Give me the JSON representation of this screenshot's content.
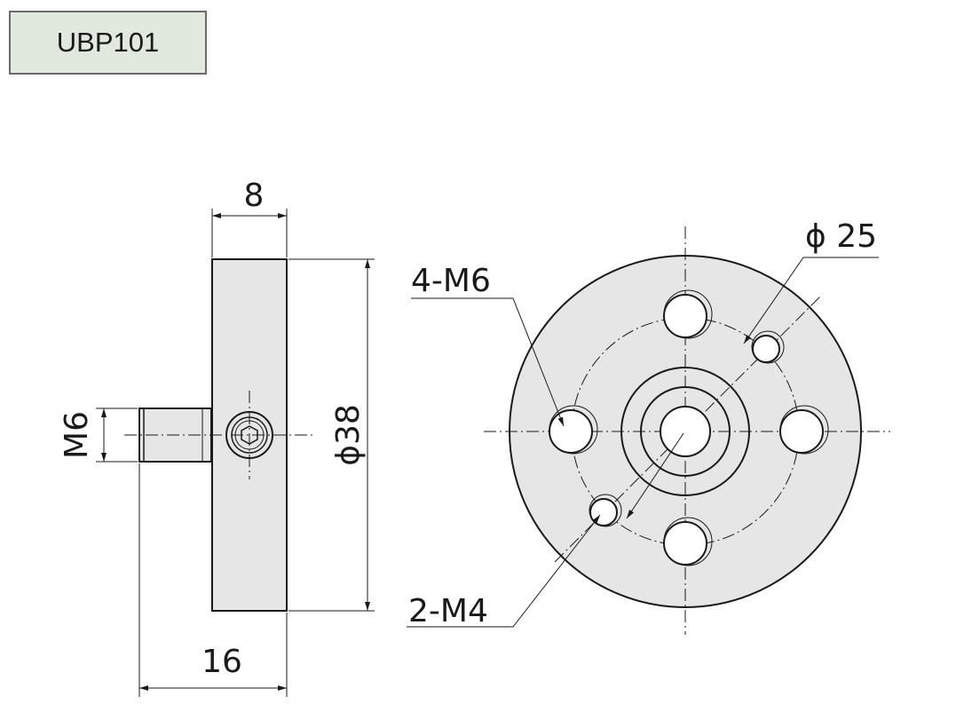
{
  "model_label": "UBP101",
  "dimensions": {
    "thickness": "8",
    "overall_length": "16",
    "diameter": "ϕ38",
    "thread_stud": "M6",
    "bolt_circle": "ϕ 25",
    "holes_m6": "4-M6",
    "holes_m4": "2-M4"
  },
  "colors": {
    "part_fill": "#e6e6e6",
    "label_bg": "#e1e8dd",
    "line": "#1a1a1a"
  }
}
